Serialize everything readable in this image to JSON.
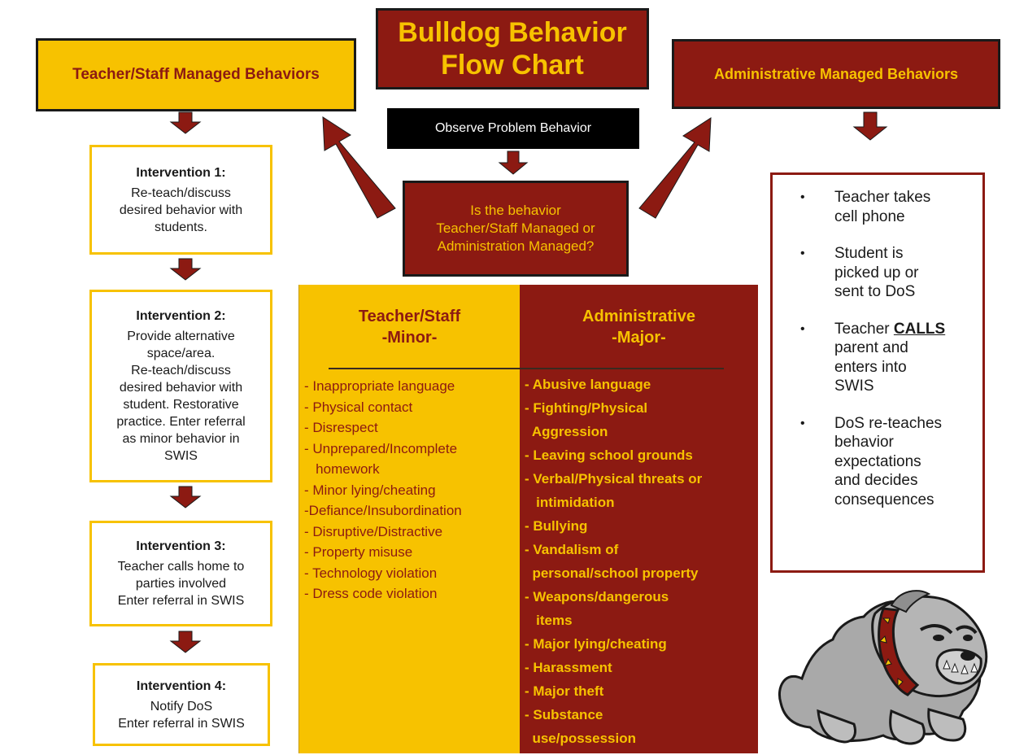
{
  "title": {
    "line1": "Bulldog Behavior",
    "line2": "Flow Chart"
  },
  "teacher_header": "Teacher/Staff Managed Behaviors",
  "admin_header": "Administrative Managed Behaviors",
  "observe": "Observe Problem Behavior",
  "question": {
    "line1": "Is the behavior",
    "line2": "Teacher/Staff Managed or",
    "line3": "Administration Managed?"
  },
  "interventions": [
    {
      "heading": "Intervention 1:",
      "body": "Re-teach/discuss\ndesired behavior with\nstudents."
    },
    {
      "heading": "Intervention 2:",
      "body": "Provide alternative\nspace/area.\nRe-teach/discuss\ndesired behavior with\nstudent. Restorative\npractice. Enter referral\nas minor behavior in\nSWIS"
    },
    {
      "heading": "Intervention 3:",
      "body": "Teacher calls home to\nparties involved\nEnter referral in SWIS"
    },
    {
      "heading": "Intervention 4:",
      "body": "Notify DoS\nEnter referral in SWIS"
    }
  ],
  "minor": {
    "heading1": "Teacher/Staff",
    "heading2": "-Minor-",
    "items": [
      "- Inappropriate language",
      "- Physical contact",
      "- Disrespect",
      "- Unprepared/Incomplete",
      "   homework",
      "- Minor lying/cheating",
      "-Defiance/Insubordination",
      "- Disruptive/Distractive",
      "- Property misuse",
      "- Technology violation",
      "- Dress code violation"
    ]
  },
  "major": {
    "heading1": "Administrative",
    "heading2": "-Major-",
    "items": [
      "- Abusive language",
      "- Fighting/Physical",
      "  Aggression",
      "- Leaving school grounds",
      "- Verbal/Physical threats or",
      "   intimidation",
      "- Bullying",
      "- Vandalism of",
      "  personal/school property",
      "- Weapons/dangerous",
      "   items",
      "- Major lying/cheating",
      "- Harassment",
      "- Major theft",
      "- Substance",
      "  use/possession"
    ]
  },
  "admin_bullets": [
    {
      "text": "Teacher takes\ncell phone"
    },
    {
      "text": "Student is\npicked up or\nsent to DoS"
    },
    {
      "pre": "Teacher ",
      "calls": "CALLS",
      "post": "\nparent and\nenters into\nSWIS"
    },
    {
      "text": "DoS re-teaches\nbehavior\nexpectations\nand decides\nconsequences"
    }
  ],
  "bullet_char": "•",
  "colors": {
    "maroon": "#8c1a12",
    "gold": "#f7c200",
    "black": "#1a1a1a"
  },
  "mascot_icon": "bulldog-mascot-icon"
}
